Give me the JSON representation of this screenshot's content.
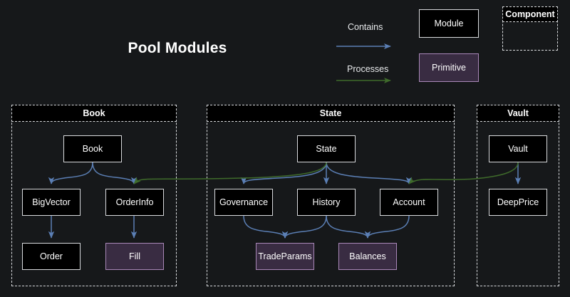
{
  "title": "Pool Modules",
  "background_color": "#16181a",
  "legend": {
    "contains_label": "Contains",
    "contains_color": "#5b7fb5",
    "processes_label": "Processes",
    "processes_color": "#3f6b2b",
    "module_label": "Module",
    "module_fill": "#000000",
    "module_border": "#d9dbde",
    "primitive_label": "Primitive",
    "primitive_fill": "#392c42",
    "primitive_border": "#a987b8",
    "component_label": "Component",
    "component_border": "#d9dbde"
  },
  "components": [
    {
      "id": "book",
      "label": "Book"
    },
    {
      "id": "state",
      "label": "State"
    },
    {
      "id": "vault",
      "label": "Vault"
    }
  ],
  "nodes": [
    {
      "id": "book",
      "label": "Book",
      "type": "module",
      "component": "book"
    },
    {
      "id": "bigvector",
      "label": "BigVector",
      "type": "module",
      "component": "book"
    },
    {
      "id": "orderinfo",
      "label": "OrderInfo",
      "type": "module",
      "component": "book"
    },
    {
      "id": "order",
      "label": "Order",
      "type": "module",
      "component": "book"
    },
    {
      "id": "fill",
      "label": "Fill",
      "type": "primitive",
      "component": "book"
    },
    {
      "id": "state",
      "label": "State",
      "type": "module",
      "component": "state"
    },
    {
      "id": "governance",
      "label": "Governance",
      "type": "module",
      "component": "state"
    },
    {
      "id": "history",
      "label": "History",
      "type": "module",
      "component": "state"
    },
    {
      "id": "account",
      "label": "Account",
      "type": "module",
      "component": "state"
    },
    {
      "id": "tradeparams",
      "label": "TradeParams",
      "type": "primitive",
      "component": "state"
    },
    {
      "id": "balances",
      "label": "Balances",
      "type": "primitive",
      "component": "state"
    },
    {
      "id": "vault",
      "label": "Vault",
      "type": "module",
      "component": "vault"
    },
    {
      "id": "deepprice",
      "label": "DeepPrice",
      "type": "module",
      "component": "vault"
    }
  ],
  "edges": [
    {
      "from": "book",
      "to": "bigvector",
      "kind": "contains"
    },
    {
      "from": "book",
      "to": "orderinfo",
      "kind": "contains"
    },
    {
      "from": "bigvector",
      "to": "order",
      "kind": "contains"
    },
    {
      "from": "orderinfo",
      "to": "fill",
      "kind": "contains"
    },
    {
      "from": "state",
      "to": "governance",
      "kind": "contains"
    },
    {
      "from": "state",
      "to": "history",
      "kind": "contains"
    },
    {
      "from": "state",
      "to": "account",
      "kind": "contains"
    },
    {
      "from": "governance",
      "to": "tradeparams",
      "kind": "contains"
    },
    {
      "from": "history",
      "to": "tradeparams",
      "kind": "contains"
    },
    {
      "from": "history",
      "to": "balances",
      "kind": "contains"
    },
    {
      "from": "account",
      "to": "balances",
      "kind": "contains"
    },
    {
      "from": "vault",
      "to": "deepprice",
      "kind": "contains"
    },
    {
      "from": "state",
      "to": "orderinfo",
      "kind": "processes"
    },
    {
      "from": "vault",
      "to": "account",
      "kind": "processes"
    }
  ]
}
